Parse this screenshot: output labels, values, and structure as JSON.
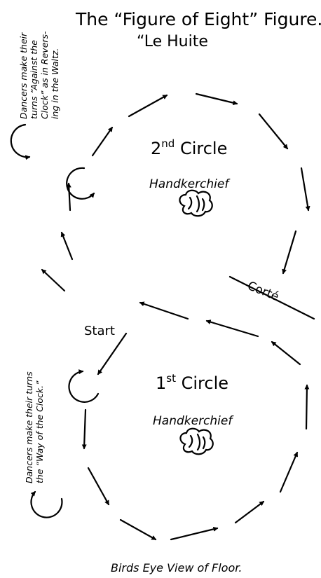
{
  "title": {
    "line1": "The “Figure of Eight” Figure.",
    "line2": "“Le Huite"
  },
  "second_circle": {
    "label": "2nd Circle",
    "label_main": "2",
    "label_sup": "nd",
    "label_rest": " Circle",
    "object_label": "Handkerchief"
  },
  "first_circle": {
    "label": "1st Circle",
    "label_main": "1",
    "label_sup": "st",
    "label_rest": " Circle",
    "object_label": "Handkerchief"
  },
  "corte_label": "Corté",
  "start_label": "Start",
  "note_top": {
    "line1": "Dancers make their",
    "line2": "turns “Against the",
    "line3": "Clock” as in Revers-",
    "line4": "ing in the Waltz."
  },
  "note_bottom": {
    "line1": "Dancers make their turns",
    "line2": "the “Way of the Clock.”"
  },
  "caption": "Birds  Eye View of Floor."
}
